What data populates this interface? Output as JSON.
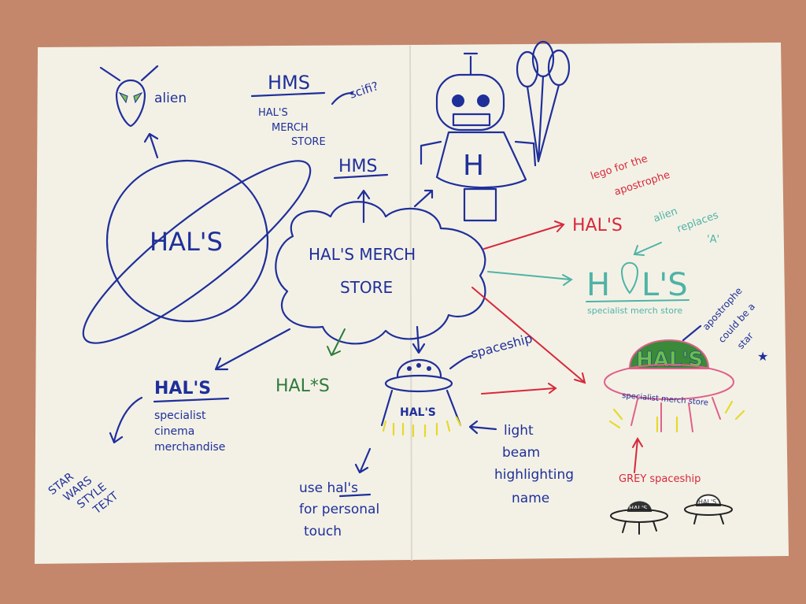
{
  "colors": {
    "background": "#c4876b",
    "paper": "#f3f1e6",
    "navy": "#1f2f9a",
    "red": "#d8283a",
    "teal": "#4fb3a6",
    "green": "#2f7a3a",
    "pink": "#e0608a",
    "yellow": "#e6d92a"
  },
  "center": {
    "line1": "HAL'S MERCH",
    "line2": "STORE"
  },
  "alien": {
    "label": "alien"
  },
  "hms_top": {
    "title": "HMS",
    "sub1": "HAL'S",
    "sub2": "MERCH",
    "sub3": "STORE",
    "note": "scifi?"
  },
  "planet": {
    "label": "HAL'S"
  },
  "hms_mid": {
    "title": "HMS"
  },
  "robot": {
    "letter": "H"
  },
  "lego": {
    "note_line1": "lego for the",
    "note_line2": "apostrophe",
    "logo": "HAL'S"
  },
  "alien_logo": {
    "note_line1": "alien",
    "note_line2": "replaces",
    "note_line3": "'A'",
    "logo_h": "H",
    "logo_rest": "L'S",
    "tagline": "specialist merch store"
  },
  "star_note": {
    "line1": "apostrophe",
    "line2": "could be a",
    "line3": "star",
    "star": "★"
  },
  "ufo_logo": {
    "logo": "HAL'S",
    "tagline": "specialist merch store"
  },
  "grey": {
    "label": "GREY spaceship",
    "logo": "HAL'S"
  },
  "green_logo": {
    "text": "HAL*S"
  },
  "cinema": {
    "logo": "HAL'S",
    "line1": "specialist",
    "line2": "cinema",
    "line3": "merchandise"
  },
  "starwars": {
    "line1": "STAR",
    "line2": "WARS",
    "line3": "STYLE",
    "line4": "TEXT"
  },
  "spaceship": {
    "label": "spaceship",
    "logo": "HAL'S"
  },
  "beam": {
    "line1": "light",
    "line2": "beam",
    "line3": "highlighting",
    "line4": "name"
  },
  "personal": {
    "line1": "use hal's",
    "line2": "for personal",
    "line3": "touch"
  }
}
